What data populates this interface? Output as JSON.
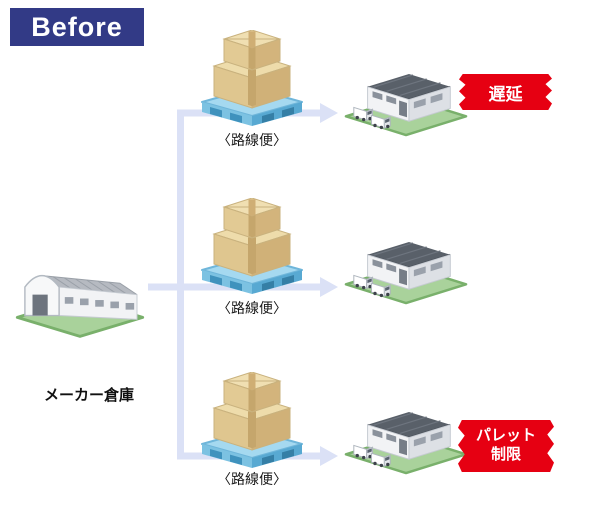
{
  "banner": {
    "label": "Before"
  },
  "source": {
    "label": "メーカー倉庫"
  },
  "routes": [
    {
      "label": "〈路線便〉"
    },
    {
      "label": "〈路線便〉"
    },
    {
      "label": "〈路線便〉"
    }
  ],
  "destinations": [
    {
      "badge": "遅延"
    },
    {
      "badge": null
    },
    {
      "badge": "パレット制限"
    }
  ],
  "colors": {
    "banner_navy": "#323a86",
    "badge_red": "#e60012",
    "arrow": "#dbe1f6",
    "base_green": "#a9d29b",
    "pallet_blue": "#7cc2e2",
    "box_tan": "#dfc68f",
    "building_gray": "#596069"
  }
}
